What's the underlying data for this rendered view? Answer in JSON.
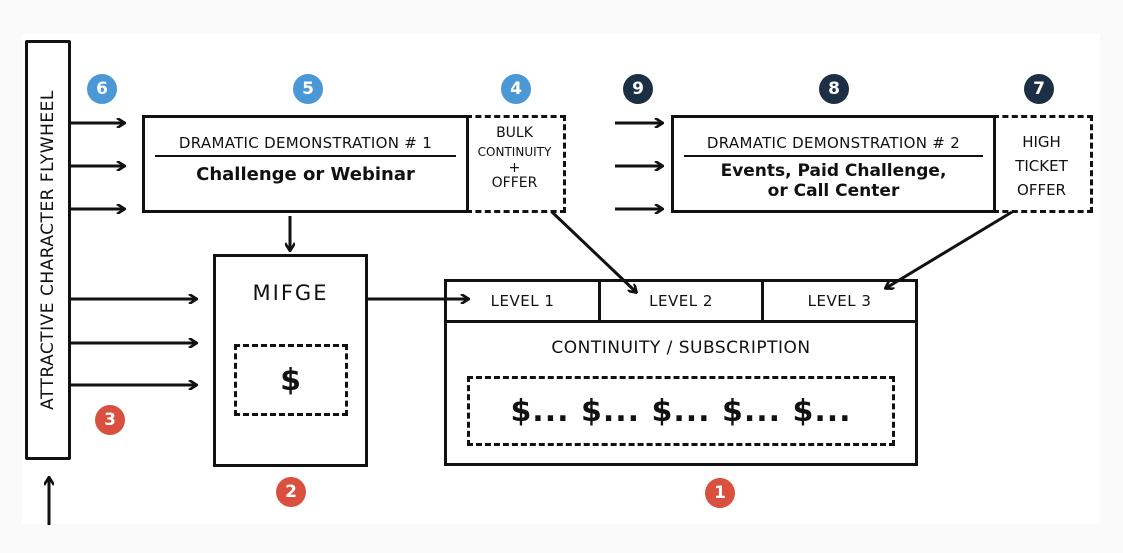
{
  "diagram": {
    "flywheel": {
      "label": "ATTRACTIVE CHARACTER FLYWHEEL"
    },
    "dramatic_demo_1": {
      "title": "DRAMATIC DEMONSTRATION # 1",
      "subtitle": "Challenge or Webinar"
    },
    "bulk_offer": {
      "lines": [
        "BULK",
        "CONTINUITY",
        "+",
        "OFFER"
      ]
    },
    "dramatic_demo_2": {
      "title": "DRAMATIC DEMONSTRATION # 2",
      "subtitle_line1": "Events, Paid Challenge,",
      "subtitle_line2": "or Call Center"
    },
    "high_ticket": {
      "lines": [
        "HIGH",
        "TICKET",
        "OFFER"
      ]
    },
    "mifge": {
      "title": "MIFGE",
      "inner": "$"
    },
    "continuity": {
      "levels": [
        "LEVEL 1",
        "LEVEL 2",
        "LEVEL 3"
      ],
      "title": "CONTINUITY / SUBSCRIPTION",
      "dollars": "$... $... $... $... $..."
    },
    "badges": [
      {
        "id": "1",
        "label": "1",
        "color": "#d9503f"
      },
      {
        "id": "2",
        "label": "2",
        "color": "#d9503f"
      },
      {
        "id": "3",
        "label": "3",
        "color": "#d9503f"
      },
      {
        "id": "4",
        "label": "4",
        "color": "#4a98d6"
      },
      {
        "id": "5",
        "label": "5",
        "color": "#4a98d6"
      },
      {
        "id": "6",
        "label": "6",
        "color": "#4a98d6"
      },
      {
        "id": "7",
        "label": "7",
        "color": "#1d2f45"
      },
      {
        "id": "8",
        "label": "8",
        "color": "#1d2f45"
      },
      {
        "id": "9",
        "label": "9",
        "color": "#1d2f45"
      }
    ]
  }
}
